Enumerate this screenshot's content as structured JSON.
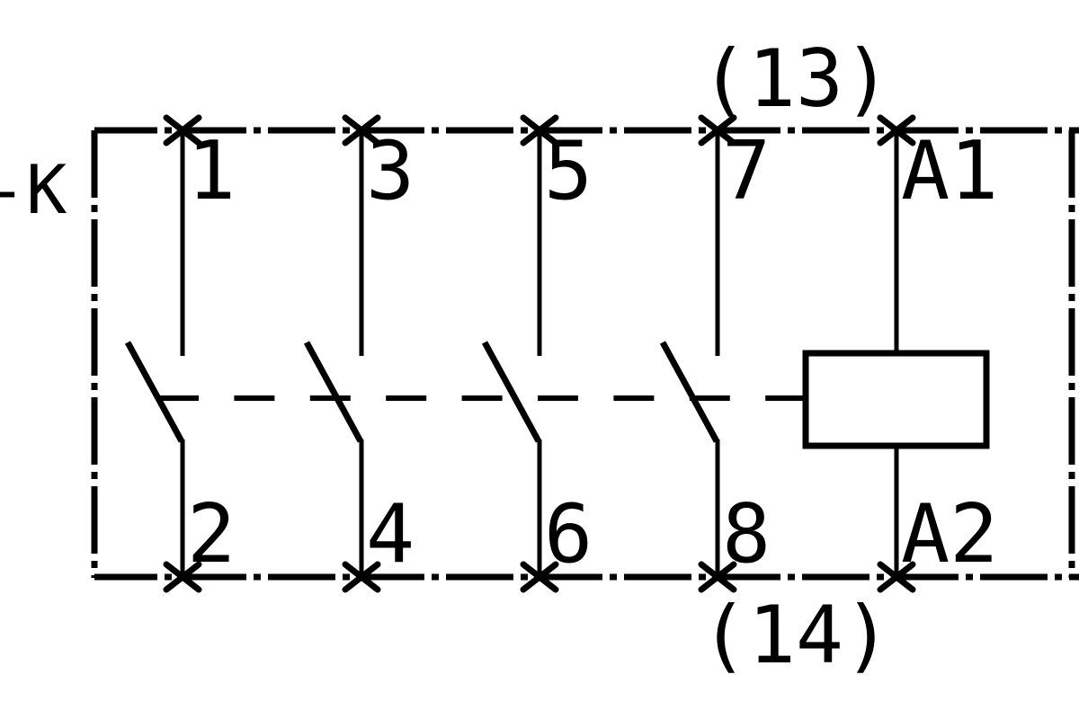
{
  "diagram": {
    "type": "contactor-wiring-schematic",
    "component_label": "-K",
    "top_annotation": "(13)",
    "bottom_annotation": "(14)",
    "poles": [
      {
        "kind": "no-contact",
        "top_terminal": "1",
        "bottom_terminal": "2"
      },
      {
        "kind": "no-contact",
        "top_terminal": "3",
        "bottom_terminal": "4"
      },
      {
        "kind": "no-contact",
        "top_terminal": "5",
        "bottom_terminal": "6"
      },
      {
        "kind": "no-contact",
        "top_terminal": "7",
        "bottom_terminal": "8"
      },
      {
        "kind": "coil",
        "top_terminal": "A1",
        "bottom_terminal": "A2"
      }
    ],
    "colors": {
      "line": "#000000",
      "background": "#ffffff"
    }
  }
}
